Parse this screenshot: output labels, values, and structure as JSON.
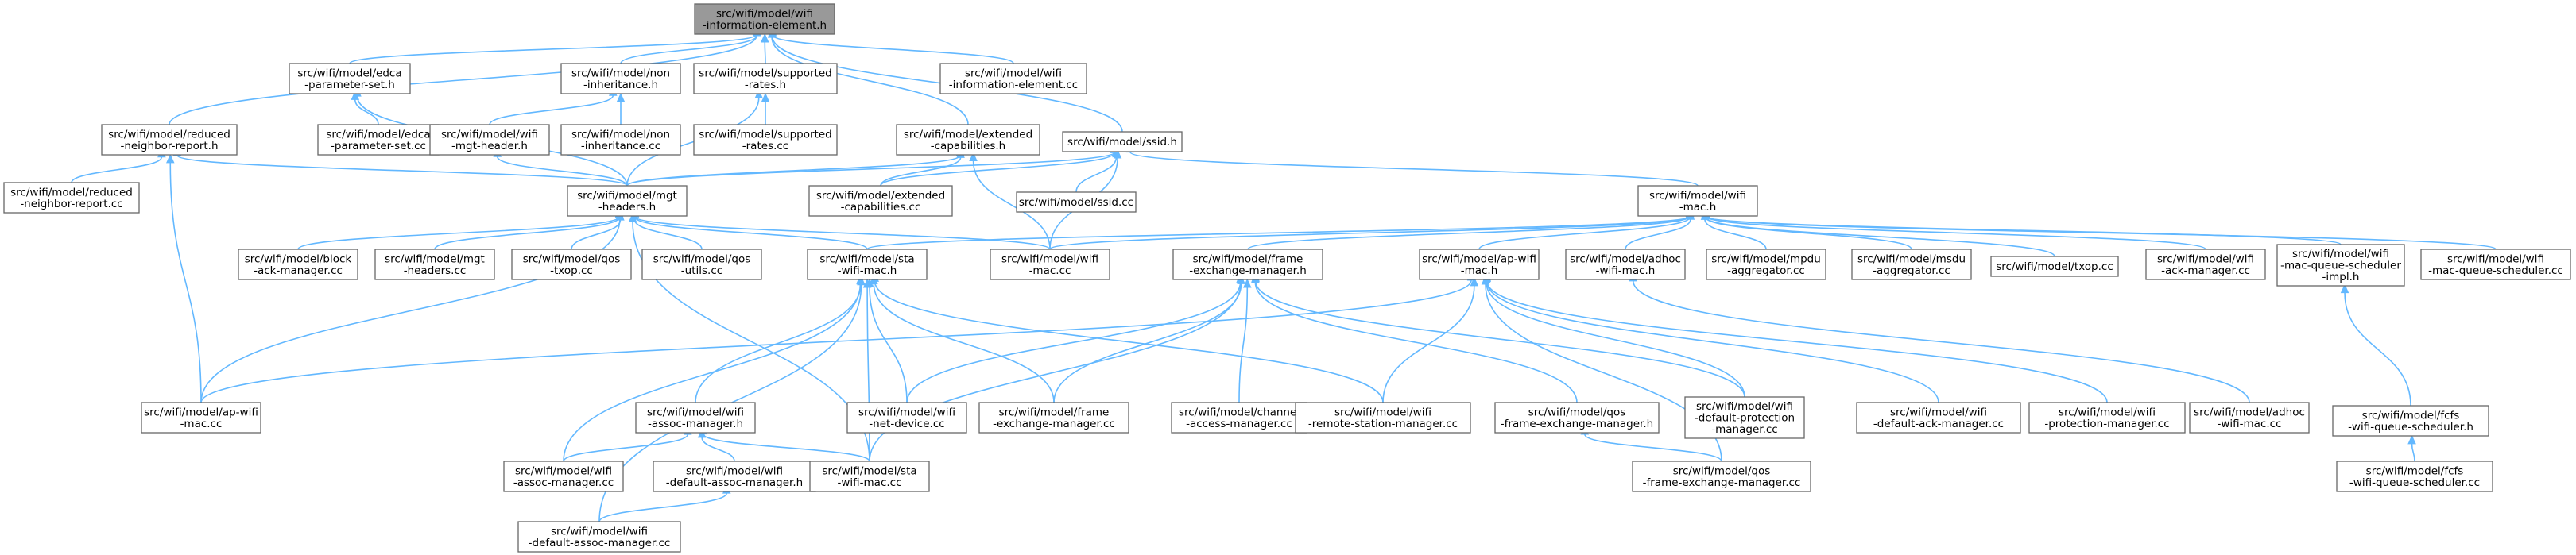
{
  "graph": {
    "root": "information_element_h",
    "edge_color": "#63b8ff",
    "root_fill": "#999999",
    "nodes": [
      {
        "id": "information_element_h",
        "lines": [
          "src/wifi/model/wifi",
          "-information-element.h"
        ]
      },
      {
        "id": "edca_parameter_set_h",
        "lines": [
          "src/wifi/model/edca",
          "-parameter-set.h"
        ]
      },
      {
        "id": "non_inheritance_h",
        "lines": [
          "src/wifi/model/non",
          "-inheritance.h"
        ]
      },
      {
        "id": "supported_rates_h",
        "lines": [
          "src/wifi/model/supported",
          "-rates.h"
        ]
      },
      {
        "id": "information_element_cc",
        "lines": [
          "src/wifi/model/wifi",
          "-information-element.cc"
        ]
      },
      {
        "id": "reduced_neighbor_report_h",
        "lines": [
          "src/wifi/model/reduced",
          "-neighbor-report.h"
        ]
      },
      {
        "id": "edca_parameter_set_cc",
        "lines": [
          "src/wifi/model/edca",
          "-parameter-set.cc"
        ]
      },
      {
        "id": "wifi_mgt_header_h",
        "lines": [
          "src/wifi/model/wifi",
          "-mgt-header.h"
        ]
      },
      {
        "id": "non_inheritance_cc",
        "lines": [
          "src/wifi/model/non",
          "-inheritance.cc"
        ]
      },
      {
        "id": "supported_rates_cc",
        "lines": [
          "src/wifi/model/supported",
          "-rates.cc"
        ]
      },
      {
        "id": "extended_capabilities_h",
        "lines": [
          "src/wifi/model/extended",
          "-capabilities.h"
        ]
      },
      {
        "id": "ssid_h",
        "lines": [
          "src/wifi/model/ssid.h"
        ]
      },
      {
        "id": "reduced_neighbor_report_cc",
        "lines": [
          "src/wifi/model/reduced",
          "-neighbor-report.cc"
        ]
      },
      {
        "id": "mgt_headers_h",
        "lines": [
          "src/wifi/model/mgt",
          "-headers.h"
        ]
      },
      {
        "id": "extended_capabilities_cc",
        "lines": [
          "src/wifi/model/extended",
          "-capabilities.cc"
        ]
      },
      {
        "id": "ssid_cc",
        "lines": [
          "src/wifi/model/ssid.cc"
        ]
      },
      {
        "id": "wifi_mac_h",
        "lines": [
          "src/wifi/model/wifi",
          "-mac.h"
        ]
      },
      {
        "id": "block_ack_manager_cc",
        "lines": [
          "src/wifi/model/block",
          "-ack-manager.cc"
        ]
      },
      {
        "id": "mgt_headers_cc",
        "lines": [
          "src/wifi/model/mgt",
          "-headers.cc"
        ]
      },
      {
        "id": "qos_txop_cc",
        "lines": [
          "src/wifi/model/qos",
          "-txop.cc"
        ]
      },
      {
        "id": "qos_utils_cc",
        "lines": [
          "src/wifi/model/qos",
          "-utils.cc"
        ]
      },
      {
        "id": "sta_wifi_mac_h",
        "lines": [
          "src/wifi/model/sta",
          "-wifi-mac.h"
        ]
      },
      {
        "id": "wifi_mac_cc",
        "lines": [
          "src/wifi/model/wifi",
          "-mac.cc"
        ]
      },
      {
        "id": "frame_exchange_manager_h",
        "lines": [
          "src/wifi/model/frame",
          "-exchange-manager.h"
        ]
      },
      {
        "id": "ap_wifi_mac_h",
        "lines": [
          "src/wifi/model/ap-wifi",
          "-mac.h"
        ]
      },
      {
        "id": "adhoc_wifi_mac_h",
        "lines": [
          "src/wifi/model/adhoc",
          "-wifi-mac.h"
        ]
      },
      {
        "id": "mpdu_aggregator_cc",
        "lines": [
          "src/wifi/model/mpdu",
          "-aggregator.cc"
        ]
      },
      {
        "id": "msdu_aggregator_cc",
        "lines": [
          "src/wifi/model/msdu",
          "-aggregator.cc"
        ]
      },
      {
        "id": "txop_cc",
        "lines": [
          "src/wifi/model/txop.cc"
        ]
      },
      {
        "id": "wifi_ack_manager_cc",
        "lines": [
          "src/wifi/model/wifi",
          "-ack-manager.cc"
        ]
      },
      {
        "id": "mac_queue_scheduler_impl_h",
        "lines": [
          "src/wifi/model/wifi",
          "-mac-queue-scheduler",
          "-impl.h"
        ]
      },
      {
        "id": "mac_queue_scheduler_cc",
        "lines": [
          "src/wifi/model/wifi",
          "-mac-queue-scheduler.cc"
        ]
      },
      {
        "id": "ap_wifi_mac_cc",
        "lines": [
          "src/wifi/model/ap-wifi",
          "-mac.cc"
        ]
      },
      {
        "id": "wifi_assoc_manager_h",
        "lines": [
          "src/wifi/model/wifi",
          "-assoc-manager.h"
        ]
      },
      {
        "id": "wifi_net_device_cc",
        "lines": [
          "src/wifi/model/wifi",
          "-net-device.cc"
        ]
      },
      {
        "id": "frame_exchange_manager_cc",
        "lines": [
          "src/wifi/model/frame",
          "-exchange-manager.cc"
        ]
      },
      {
        "id": "channel_access_manager_cc",
        "lines": [
          "src/wifi/model/channel",
          "-access-manager.cc"
        ]
      },
      {
        "id": "remote_station_manager_cc",
        "lines": [
          "src/wifi/model/wifi",
          "-remote-station-manager.cc"
        ]
      },
      {
        "id": "qos_frame_exchange_manager_h",
        "lines": [
          "src/wifi/model/qos",
          "-frame-exchange-manager.h"
        ]
      },
      {
        "id": "default_protection_manager_cc",
        "lines": [
          "src/wifi/model/wifi",
          "-default-protection",
          "-manager.cc"
        ]
      },
      {
        "id": "default_ack_manager_cc",
        "lines": [
          "src/wifi/model/wifi",
          "-default-ack-manager.cc"
        ]
      },
      {
        "id": "protection_manager_cc",
        "lines": [
          "src/wifi/model/wifi",
          "-protection-manager.cc"
        ]
      },
      {
        "id": "adhoc_wifi_mac_cc",
        "lines": [
          "src/wifi/model/adhoc",
          "-wifi-mac.cc"
        ]
      },
      {
        "id": "fcfs_scheduler_h",
        "lines": [
          "src/wifi/model/fcfs",
          "-wifi-queue-scheduler.h"
        ]
      },
      {
        "id": "wifi_assoc_manager_cc",
        "lines": [
          "src/wifi/model/wifi",
          "-assoc-manager.cc"
        ]
      },
      {
        "id": "default_assoc_manager_h",
        "lines": [
          "src/wifi/model/wifi",
          "-default-assoc-manager.h"
        ]
      },
      {
        "id": "sta_wifi_mac_cc",
        "lines": [
          "src/wifi/model/sta",
          "-wifi-mac.cc"
        ]
      },
      {
        "id": "qos_frame_exchange_manager_cc",
        "lines": [
          "src/wifi/model/qos",
          "-frame-exchange-manager.cc"
        ]
      },
      {
        "id": "fcfs_scheduler_cc",
        "lines": [
          "src/wifi/model/fcfs",
          "-wifi-queue-scheduler.cc"
        ]
      },
      {
        "id": "default_assoc_manager_cc",
        "lines": [
          "src/wifi/model/wifi",
          "-default-assoc-manager.cc"
        ]
      }
    ],
    "edges": [
      [
        "edca_parameter_set_h",
        "information_element_h"
      ],
      [
        "non_inheritance_h",
        "information_element_h"
      ],
      [
        "supported_rates_h",
        "information_element_h"
      ],
      [
        "information_element_cc",
        "information_element_h"
      ],
      [
        "reduced_neighbor_report_h",
        "information_element_h"
      ],
      [
        "extended_capabilities_h",
        "information_element_h"
      ],
      [
        "ssid_h",
        "information_element_h"
      ],
      [
        "edca_parameter_set_cc",
        "edca_parameter_set_h"
      ],
      [
        "mgt_headers_h",
        "edca_parameter_set_h"
      ],
      [
        "wifi_mgt_header_h",
        "non_inheritance_h"
      ],
      [
        "non_inheritance_cc",
        "non_inheritance_h"
      ],
      [
        "supported_rates_cc",
        "supported_rates_h"
      ],
      [
        "mgt_headers_h",
        "supported_rates_h"
      ],
      [
        "reduced_neighbor_report_cc",
        "reduced_neighbor_report_h"
      ],
      [
        "mgt_headers_h",
        "reduced_neighbor_report_h"
      ],
      [
        "ap_wifi_mac_cc",
        "reduced_neighbor_report_h"
      ],
      [
        "mgt_headers_h",
        "wifi_mgt_header_h"
      ],
      [
        "mgt_headers_h",
        "extended_capabilities_h"
      ],
      [
        "extended_capabilities_cc",
        "extended_capabilities_h"
      ],
      [
        "wifi_mac_cc",
        "extended_capabilities_h"
      ],
      [
        "mgt_headers_h",
        "ssid_h"
      ],
      [
        "ssid_cc",
        "ssid_h"
      ],
      [
        "wifi_mac_h",
        "ssid_h"
      ],
      [
        "wifi_mac_cc",
        "ssid_h"
      ],
      [
        "extended_capabilities_cc",
        "ssid_h"
      ],
      [
        "block_ack_manager_cc",
        "mgt_headers_h"
      ],
      [
        "mgt_headers_cc",
        "mgt_headers_h"
      ],
      [
        "qos_txop_cc",
        "mgt_headers_h"
      ],
      [
        "qos_utils_cc",
        "mgt_headers_h"
      ],
      [
        "sta_wifi_mac_h",
        "mgt_headers_h"
      ],
      [
        "wifi_mac_cc",
        "mgt_headers_h"
      ],
      [
        "ap_wifi_mac_cc",
        "mgt_headers_h"
      ],
      [
        "sta_wifi_mac_cc",
        "mgt_headers_h"
      ],
      [
        "sta_wifi_mac_h",
        "wifi_mac_h"
      ],
      [
        "wifi_mac_cc",
        "wifi_mac_h"
      ],
      [
        "frame_exchange_manager_h",
        "wifi_mac_h"
      ],
      [
        "ap_wifi_mac_h",
        "wifi_mac_h"
      ],
      [
        "adhoc_wifi_mac_h",
        "wifi_mac_h"
      ],
      [
        "mpdu_aggregator_cc",
        "wifi_mac_h"
      ],
      [
        "msdu_aggregator_cc",
        "wifi_mac_h"
      ],
      [
        "txop_cc",
        "wifi_mac_h"
      ],
      [
        "wifi_ack_manager_cc",
        "wifi_mac_h"
      ],
      [
        "mac_queue_scheduler_impl_h",
        "wifi_mac_h"
      ],
      [
        "mac_queue_scheduler_cc",
        "wifi_mac_h"
      ],
      [
        "wifi_assoc_manager_h",
        "sta_wifi_mac_h"
      ],
      [
        "wifi_net_device_cc",
        "sta_wifi_mac_h"
      ],
      [
        "frame_exchange_manager_cc",
        "sta_wifi_mac_h"
      ],
      [
        "remote_station_manager_cc",
        "sta_wifi_mac_h"
      ],
      [
        "wifi_assoc_manager_cc",
        "sta_wifi_mac_h"
      ],
      [
        "sta_wifi_mac_cc",
        "sta_wifi_mac_h"
      ],
      [
        "default_assoc_manager_cc",
        "sta_wifi_mac_h"
      ],
      [
        "wifi_net_device_cc",
        "frame_exchange_manager_h"
      ],
      [
        "frame_exchange_manager_cc",
        "frame_exchange_manager_h"
      ],
      [
        "channel_access_manager_cc",
        "frame_exchange_manager_h"
      ],
      [
        "qos_frame_exchange_manager_h",
        "frame_exchange_manager_h"
      ],
      [
        "default_protection_manager_cc",
        "frame_exchange_manager_h"
      ],
      [
        "sta_wifi_mac_cc",
        "frame_exchange_manager_h"
      ],
      [
        "ap_wifi_mac_cc",
        "ap_wifi_mac_h"
      ],
      [
        "remote_station_manager_cc",
        "ap_wifi_mac_h"
      ],
      [
        "default_protection_manager_cc",
        "ap_wifi_mac_h"
      ],
      [
        "default_ack_manager_cc",
        "ap_wifi_mac_h"
      ],
      [
        "protection_manager_cc",
        "ap_wifi_mac_h"
      ],
      [
        "qos_frame_exchange_manager_cc",
        "ap_wifi_mac_h"
      ],
      [
        "adhoc_wifi_mac_cc",
        "adhoc_wifi_mac_h"
      ],
      [
        "fcfs_scheduler_h",
        "mac_queue_scheduler_impl_h"
      ],
      [
        "fcfs_scheduler_cc",
        "fcfs_scheduler_h"
      ],
      [
        "wifi_assoc_manager_cc",
        "wifi_assoc_manager_h"
      ],
      [
        "default_assoc_manager_h",
        "wifi_assoc_manager_h"
      ],
      [
        "sta_wifi_mac_cc",
        "wifi_assoc_manager_h"
      ],
      [
        "default_assoc_manager_cc",
        "default_assoc_manager_h"
      ],
      [
        "qos_frame_exchange_manager_cc",
        "qos_frame_exchange_manager_h"
      ]
    ]
  }
}
